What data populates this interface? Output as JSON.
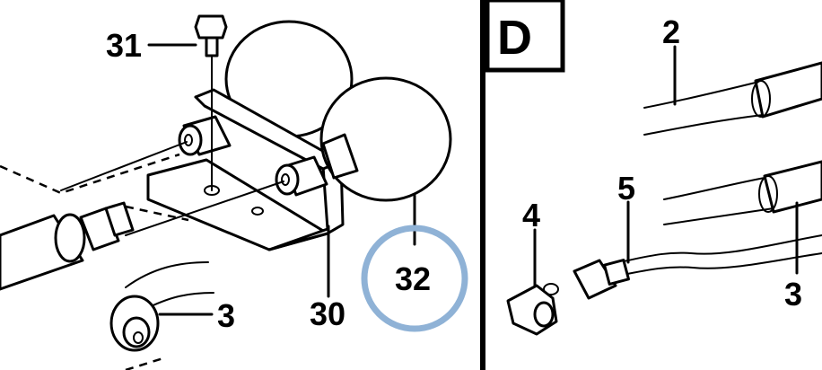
{
  "section_label": "D",
  "highlight_color": "#8fb2d6",
  "callouts": {
    "c31": "31",
    "c30": "30",
    "c32": "32",
    "c3_left": "3",
    "c2": "2",
    "c4": "4",
    "c5": "5",
    "c3_right": "3"
  }
}
